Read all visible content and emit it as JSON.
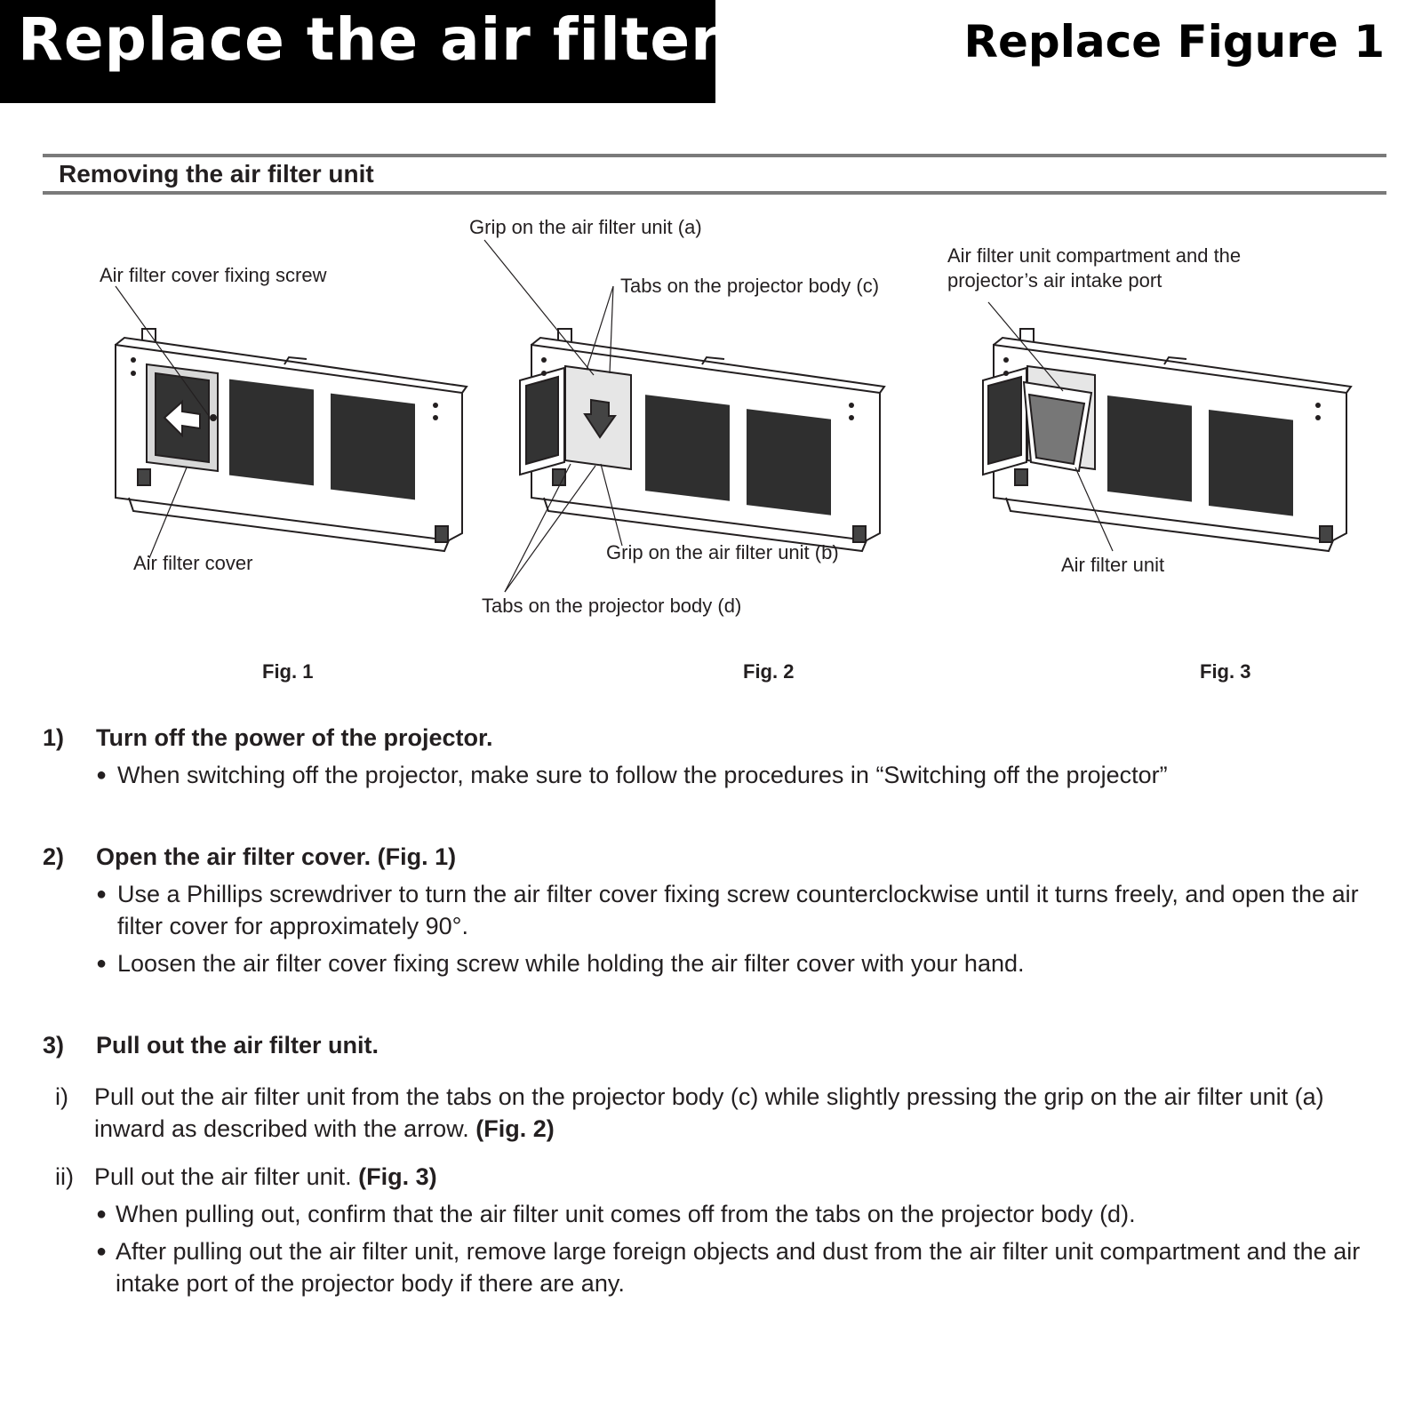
{
  "header": {
    "title": "Replace the air filter",
    "figure_tag": "Replace Figure 1"
  },
  "section": {
    "heading": "Removing the air filter unit"
  },
  "figures": [
    {
      "caption": "Fig. 1",
      "callouts": {
        "screw": "Air filter cover fixing screw",
        "cover": "Air filter cover"
      }
    },
    {
      "caption": "Fig. 2",
      "callouts": {
        "grip_a": "Grip on the air filter unit (a)",
        "tabs_c": "Tabs on the projector body (c)",
        "grip_b": "Grip on the air filter unit (b)",
        "tabs_d": "Tabs on the projector body (d)"
      }
    },
    {
      "caption": "Fig. 3",
      "callouts": {
        "compartment": "Air filter unit compartment and the projector’s air intake port",
        "unit": "Air filter unit"
      }
    }
  ],
  "steps": [
    {
      "number": "1)",
      "title": "Turn off the power of the projector.",
      "bullets": [
        "When switching off the projector, make sure to follow the procedures in “Switching off the projector”"
      ]
    },
    {
      "number": "2)",
      "title": "Open the air filter cover. (Fig. 1)",
      "bullets": [
        "Use a Phillips screwdriver to turn the air filter cover fixing screw counterclockwise until it turns freely, and open the air filter cover for approximately 90°.",
        "Loosen the air filter cover fixing screw while holding the air filter cover with your hand."
      ]
    },
    {
      "number": "3)",
      "title": "Pull out the air filter unit.",
      "substeps": [
        {
          "number": "i)",
          "text": "Pull out the air filter unit from the tabs on the projector body (c) while slightly pressing the grip on the air filter unit (a) inward as described with the arrow. ",
          "ref": "(Fig. 2)"
        },
        {
          "number": "ii)",
          "text": "Pull out the air filter unit. ",
          "ref": "(Fig. 3)",
          "bullets": [
            "When pulling out, confirm that the air filter unit comes off from the tabs on the projector body (d).",
            "After pulling out the air filter unit, remove large foreign objects and dust from the air filter unit compartment and the air intake port of the projector body if there are any."
          ]
        }
      ]
    }
  ]
}
